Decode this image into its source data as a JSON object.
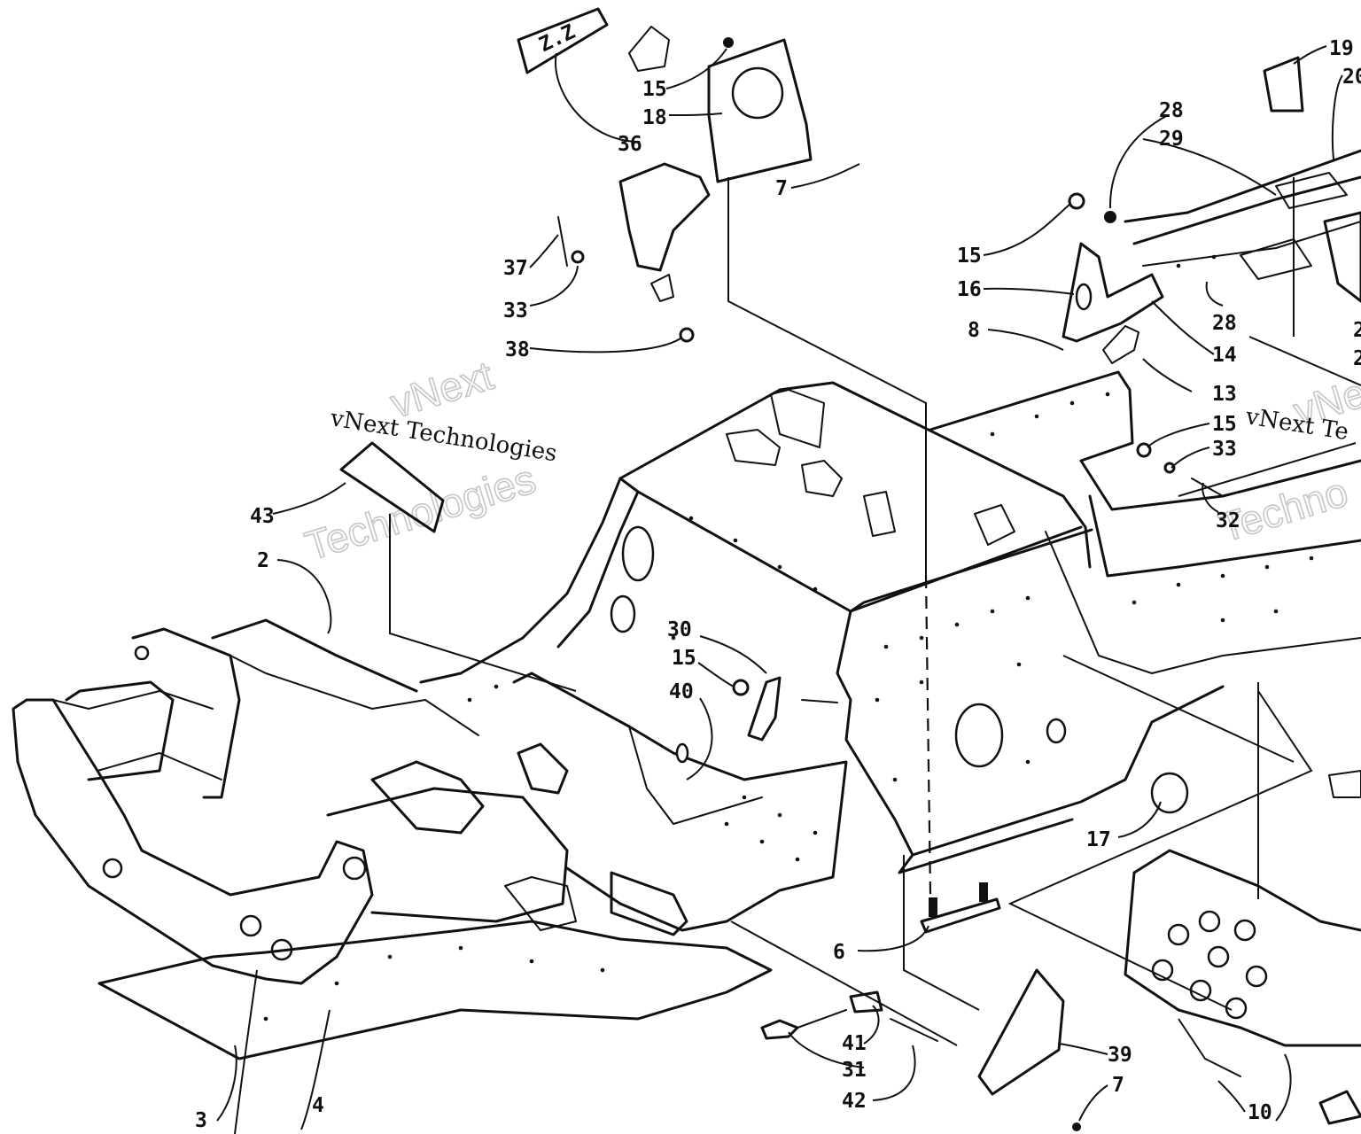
{
  "watermark": {
    "line": "vNext Technologies",
    "outline_top": "vNext",
    "outline_bottom": "Technologies",
    "right_line": "vNext Te",
    "right_outline_top": "vNe",
    "right_outline_bottom": "Techno"
  },
  "callouts": [
    {
      "id": "c15a",
      "text": "15"
    },
    {
      "id": "c18",
      "text": "18"
    },
    {
      "id": "c36",
      "text": "36"
    },
    {
      "id": "c7a",
      "text": "7"
    },
    {
      "id": "c37",
      "text": "37"
    },
    {
      "id": "c33a",
      "text": "33"
    },
    {
      "id": "c38",
      "text": "38"
    },
    {
      "id": "c19",
      "text": "19"
    },
    {
      "id": "c20",
      "text": "20"
    },
    {
      "id": "c28a",
      "text": "28"
    },
    {
      "id": "c29",
      "text": "29"
    },
    {
      "id": "c15b",
      "text": "15"
    },
    {
      "id": "c16",
      "text": "16"
    },
    {
      "id": "c8",
      "text": "8"
    },
    {
      "id": "c28b",
      "text": "28"
    },
    {
      "id": "c14",
      "text": "14"
    },
    {
      "id": "c13",
      "text": "13"
    },
    {
      "id": "c15c",
      "text": "15"
    },
    {
      "id": "c33b",
      "text": "33"
    },
    {
      "id": "c32",
      "text": "32"
    },
    {
      "id": "c43",
      "text": "43"
    },
    {
      "id": "c2",
      "text": "2"
    },
    {
      "id": "c30",
      "text": "30"
    },
    {
      "id": "c15d",
      "text": "15"
    },
    {
      "id": "c40",
      "text": "40"
    },
    {
      "id": "c17",
      "text": "17"
    },
    {
      "id": "c6",
      "text": "6"
    },
    {
      "id": "c41",
      "text": "41"
    },
    {
      "id": "c31",
      "text": "31"
    },
    {
      "id": "c42",
      "text": "42"
    },
    {
      "id": "c39",
      "text": "39"
    },
    {
      "id": "c7b",
      "text": "7"
    },
    {
      "id": "c10",
      "text": "10"
    },
    {
      "id": "c3",
      "text": "3"
    },
    {
      "id": "c4",
      "text": "4"
    },
    {
      "id": "c2r1",
      "text": "2"
    },
    {
      "id": "c2r2",
      "text": "2"
    }
  ]
}
